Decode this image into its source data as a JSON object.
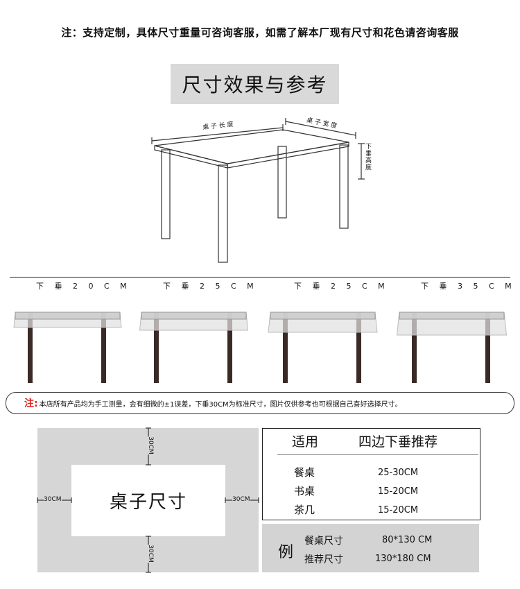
{
  "top_note": "注：支持定制，具体尺寸重量可咨询客服，如需了解本厂现有尺寸和花色请咨询客服",
  "section_title": "尺寸效果与参考",
  "diagram": {
    "length_label": "桌 子 长 度",
    "width_label": "桌 子 宽 度",
    "drop_label_chars": [
      "下",
      "垂",
      "高",
      "度"
    ]
  },
  "drop_options": [
    {
      "label": "下 垂 2 0 C M",
      "drop_fraction": 0.2
    },
    {
      "label": "下 垂 2 5 C M",
      "drop_fraction": 0.25
    },
    {
      "label": "下 垂 2 5 C M",
      "drop_fraction": 0.3
    },
    {
      "label": "下 垂 3 5 C M",
      "drop_fraction": 0.35
    }
  ],
  "notice": {
    "prefix": "注:",
    "text": "本店所有产品均为手工测量，会有细微的±1误差，下垂30CM为标准尺寸，图片仅供参考也可根据自己喜好选择尺寸。"
  },
  "size_diagram": {
    "center_label": "桌子尺寸",
    "dim_top": "30CM",
    "dim_bottom": "30CM",
    "dim_left": "30CM",
    "dim_right": "30CM"
  },
  "recommend_table": {
    "header_use": "适用",
    "header_drop": "四边下垂推荐",
    "rows": [
      {
        "use": "餐桌",
        "drop": "25-30CM"
      },
      {
        "use": "书桌",
        "drop": "15-20CM"
      },
      {
        "use": "茶几",
        "drop": "15-20CM"
      }
    ]
  },
  "example": {
    "char": "例",
    "rows": [
      {
        "label": "餐桌尺寸",
        "value": "80*130 CM"
      },
      {
        "label": "推荐尺寸",
        "value": "130*180 CM"
      }
    ]
  },
  "colors": {
    "accent_red": "#e0201b",
    "panel_gray": "#d6d6d6",
    "title_gray": "#d9d9d9",
    "leg_dark": "#3a2a26"
  }
}
